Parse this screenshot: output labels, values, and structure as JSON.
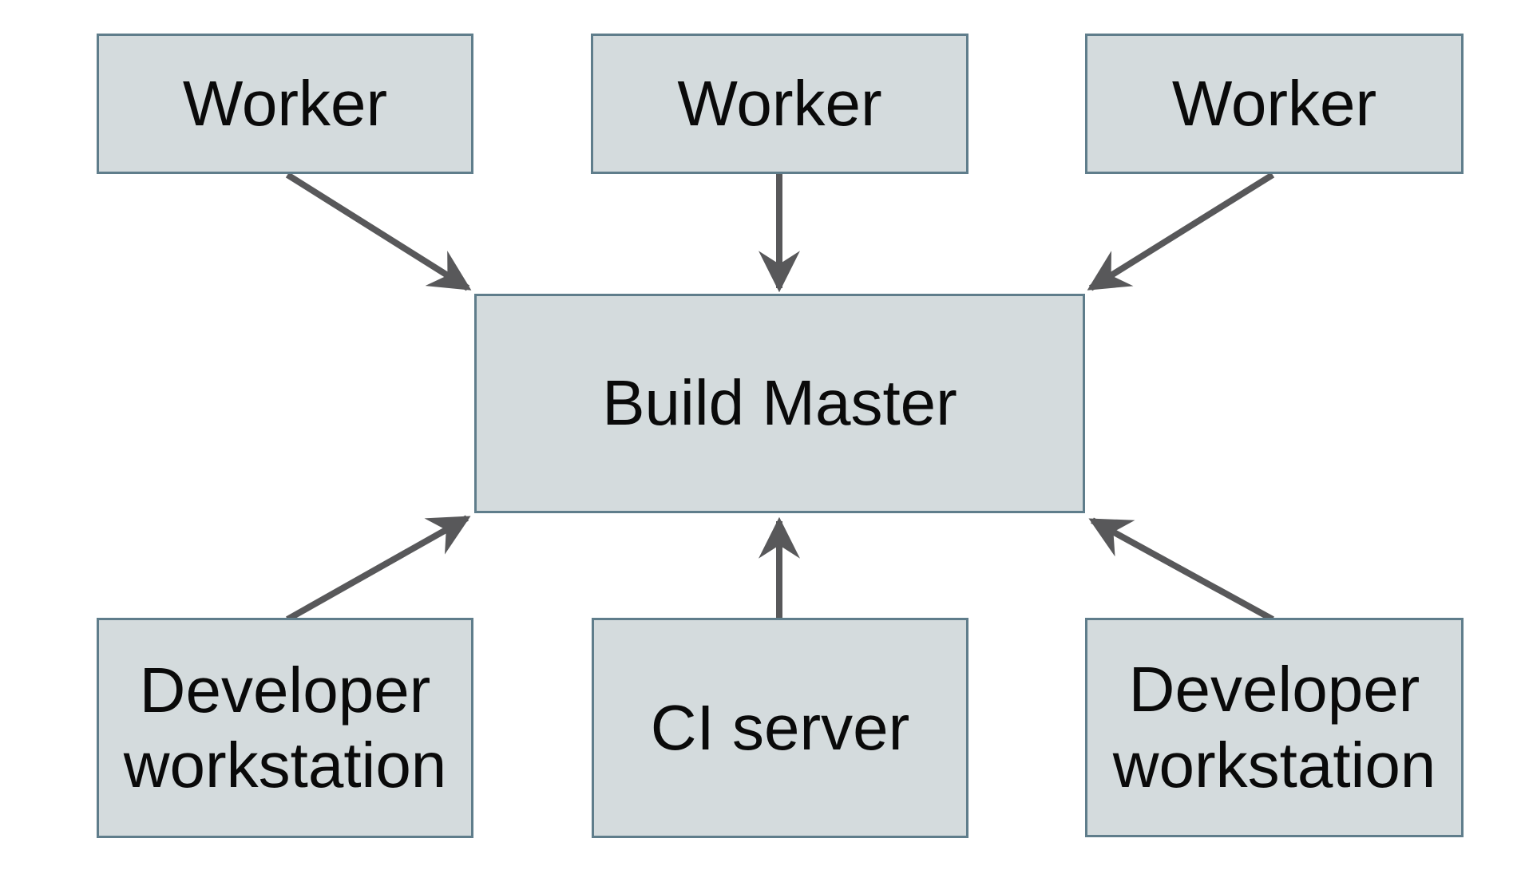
{
  "diagram": {
    "type": "architecture-diagram",
    "colors": {
      "background": "#ffffff",
      "node_fill": "#d4dbdd",
      "node_border": "#5f7d8b",
      "arrow_color": "#58585a",
      "text_color": "#0a0a0a"
    },
    "nodes": [
      {
        "id": "worker-1",
        "label": "Worker"
      },
      {
        "id": "worker-2",
        "label": "Worker"
      },
      {
        "id": "worker-3",
        "label": "Worker"
      },
      {
        "id": "build-master",
        "label": "Build Master"
      },
      {
        "id": "developer-workstation-left",
        "label": "Developer workstation"
      },
      {
        "id": "ci-server",
        "label": "CI server"
      },
      {
        "id": "developer-workstation-right",
        "label": "Developer workstation"
      }
    ],
    "edges": [
      {
        "from": "worker-1",
        "to": "build-master"
      },
      {
        "from": "worker-2",
        "to": "build-master"
      },
      {
        "from": "worker-3",
        "to": "build-master"
      },
      {
        "from": "developer-workstation-left",
        "to": "build-master"
      },
      {
        "from": "ci-server",
        "to": "build-master"
      },
      {
        "from": "developer-workstation-right",
        "to": "build-master"
      }
    ]
  }
}
